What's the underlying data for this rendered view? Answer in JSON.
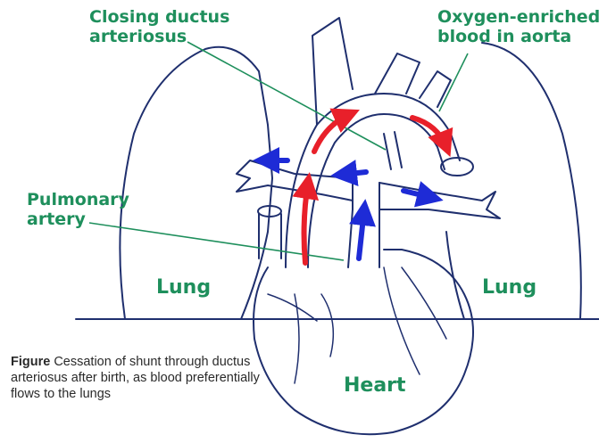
{
  "labels": {
    "closing_ductus": [
      "Closing ductus",
      "arteriosus"
    ],
    "oxygen_enriched": [
      "Oxygen-enriched",
      "blood in aorta"
    ],
    "pulmonary_artery": [
      "Pulmonary",
      "artery"
    ],
    "lung_left": "Lung",
    "lung_right": "Lung",
    "heart": "Heart"
  },
  "caption": {
    "prefix": "Figure",
    "text": "Cessation of shunt through ductus arteriosus after birth, as blood preferentially flows to the lungs"
  },
  "colors": {
    "label_green": "#1e8f5c",
    "outline_navy": "#1f2f6e",
    "oxygenated_red": "#e8202a",
    "deoxygenated_blue": "#1e2bd6"
  }
}
